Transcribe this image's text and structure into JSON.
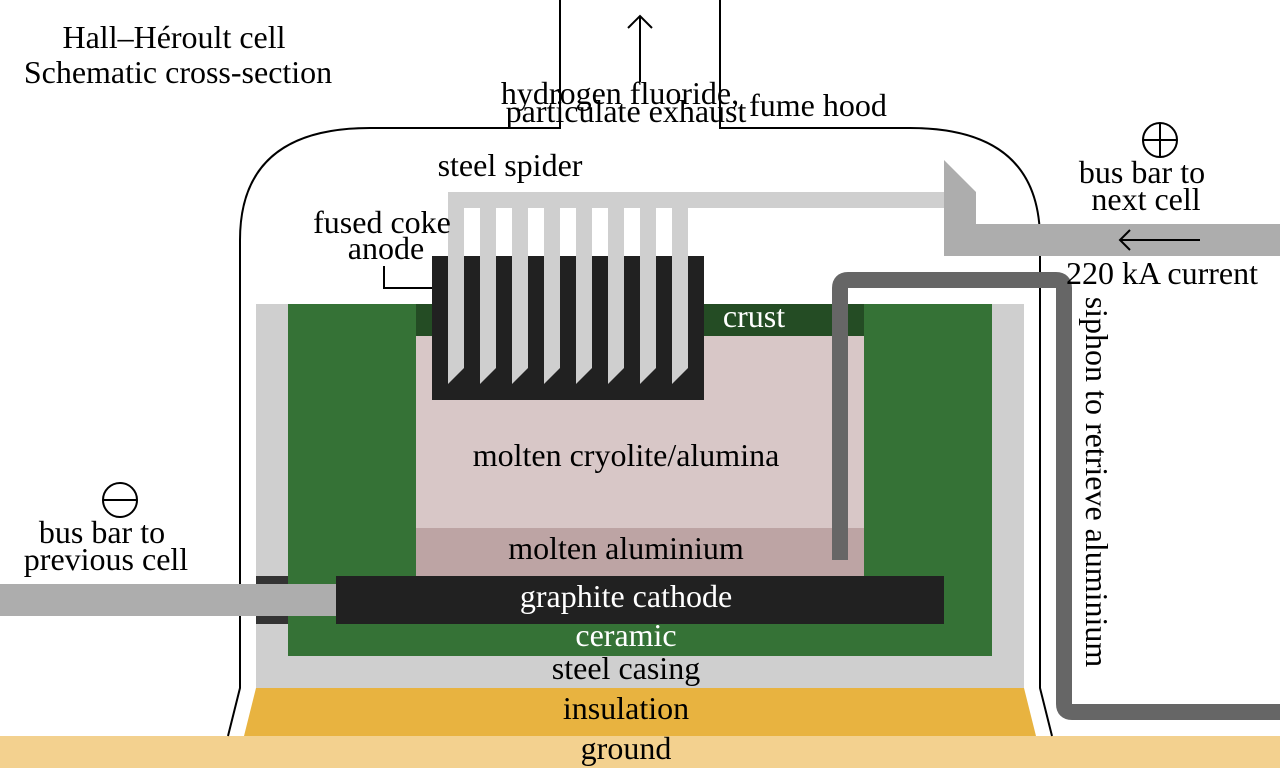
{
  "title": {
    "line1": "Hall–Héroult cell",
    "line2": "Schematic cross-section"
  },
  "labels": {
    "exhaust_line1": "hydrogen fluoride,",
    "exhaust_line2": "particulate exhaust",
    "fume_hood": "fume hood",
    "steel_spider": "steel spider",
    "anode_line1": "fused coke",
    "anode_line2": "anode",
    "crust": "crust",
    "cryolite": "molten cryolite/alumina",
    "aluminium": "molten aluminium",
    "cathode": "graphite cathode",
    "ceramic": "ceramic",
    "steel_casing": "steel casing",
    "insulation": "insulation",
    "ground": "ground",
    "bus_next_line1": "bus bar to",
    "bus_next_line2": "next cell",
    "current": "220 kA current",
    "siphon": "siphon to retrieve aluminium",
    "bus_prev_line1": "bus bar to",
    "bus_prev_line2": "previous cell"
  },
  "symbols": {
    "positive": "plus-in-circle",
    "negative": "minus-in-circle"
  },
  "colors": {
    "steel": "#cfcfcf",
    "ceramic": "#357236",
    "crust": "#244c24",
    "cryolite": "#d8c7c7",
    "aluminium": "#bda4a4",
    "graphite": "#212121",
    "bus_bar": "#adadad",
    "siphon": "#666666",
    "insulation": "#e8b340",
    "ground": "#f3d18f"
  },
  "anode_rod_count": 8
}
